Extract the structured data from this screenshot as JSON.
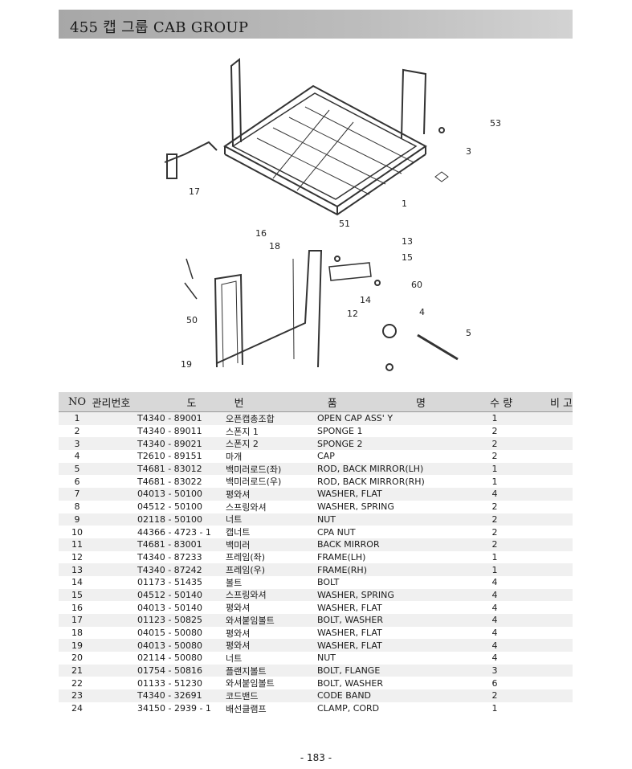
{
  "header": {
    "title": "455  캡 그룹 CAB GROUP"
  },
  "diagram": {
    "callouts": [
      "53",
      "3",
      "1",
      "17",
      "51",
      "50",
      "16",
      "18",
      "13",
      "15",
      "60",
      "14",
      "12",
      "4",
      "5",
      "19"
    ]
  },
  "table": {
    "headers": {
      "no": "NO",
      "mgmt": "관리번호",
      "d1": "도",
      "d2": "번",
      "p1": "품",
      "p2": "명",
      "qty": "수 량",
      "remark": "비 고"
    },
    "rows": [
      {
        "no": "1",
        "part": "T4340 - 89001",
        "kr": "오픈캡총조합",
        "en": "OPEN CAP ASS' Y",
        "qty": "1"
      },
      {
        "no": "2",
        "part": "T4340 - 89011",
        "kr": "스폰지 1",
        "en": "SPONGE 1",
        "qty": "2"
      },
      {
        "no": "3",
        "part": "T4340 - 89021",
        "kr": "스폰지 2",
        "en": "SPONGE 2",
        "qty": "2"
      },
      {
        "no": "4",
        "part": "T2610 - 89151",
        "kr": "마개",
        "en": "CAP",
        "qty": "2"
      },
      {
        "no": "5",
        "part": "T4681 - 83012",
        "kr": "백미러로드(좌)",
        "en": "ROD, BACK MIRROR(LH)",
        "qty": "1"
      },
      {
        "no": "6",
        "part": "T4681 - 83022",
        "kr": "백미러로드(우)",
        "en": "ROD, BACK MIRROR(RH)",
        "qty": "1"
      },
      {
        "no": "7",
        "part": "04013 - 50100",
        "kr": "평와셔",
        "en": "WASHER, FLAT",
        "qty": "4"
      },
      {
        "no": "8",
        "part": "04512 - 50100",
        "kr": "스프링와셔",
        "en": "WASHER, SPRING",
        "qty": "2"
      },
      {
        "no": "9",
        "part": "02118 - 50100",
        "kr": "너트",
        "en": "NUT",
        "qty": "2"
      },
      {
        "no": "10",
        "part": "44366 - 4723 - 1",
        "kr": "캡너트",
        "en": "CPA NUT",
        "qty": "2"
      },
      {
        "no": "11",
        "part": "T4681 - 83001",
        "kr": "백미러",
        "en": "BACK MIRROR",
        "qty": "2"
      },
      {
        "no": "12",
        "part": "T4340 - 87233",
        "kr": "프레임(좌)",
        "en": "FRAME(LH)",
        "qty": "1"
      },
      {
        "no": "13",
        "part": "T4340 - 87242",
        "kr": "프레임(우)",
        "en": "FRAME(RH)",
        "qty": "1"
      },
      {
        "no": "14",
        "part": "01173 - 51435",
        "kr": "볼트",
        "en": "BOLT",
        "qty": "4"
      },
      {
        "no": "15",
        "part": "04512 - 50140",
        "kr": "스프링와셔",
        "en": "WASHER, SPRING",
        "qty": "4"
      },
      {
        "no": "16",
        "part": "04013 - 50140",
        "kr": "평와셔",
        "en": "WASHER, FLAT",
        "qty": "4"
      },
      {
        "no": "17",
        "part": "01123 - 50825",
        "kr": "와셔붙임볼트",
        "en": "BOLT, WASHER",
        "qty": "4"
      },
      {
        "no": "18",
        "part": "04015 - 50080",
        "kr": "평와셔",
        "en": "WASHER, FLAT",
        "qty": "4"
      },
      {
        "no": "19",
        "part": "04013 - 50080",
        "kr": "평와셔",
        "en": "WASHER, FLAT",
        "qty": "4"
      },
      {
        "no": "20",
        "part": "02114 - 50080",
        "kr": "너트",
        "en": "NUT",
        "qty": "4"
      },
      {
        "no": "21",
        "part": "01754 - 50816",
        "kr": "플랜지볼트",
        "en": "BOLT, FLANGE",
        "qty": "3"
      },
      {
        "no": "22",
        "part": "01133 - 51230",
        "kr": "와셔붙임볼트",
        "en": "BOLT, WASHER",
        "qty": "6"
      },
      {
        "no": "23",
        "part": "T4340 - 32691",
        "kr": "코드밴드",
        "en": "CODE BAND",
        "qty": "2"
      },
      {
        "no": "24",
        "part": "34150 - 2939 - 1",
        "kr": "배선클램프",
        "en": "CLAMP, CORD",
        "qty": "1"
      }
    ]
  },
  "footer": {
    "page_number": "- 183 -"
  }
}
